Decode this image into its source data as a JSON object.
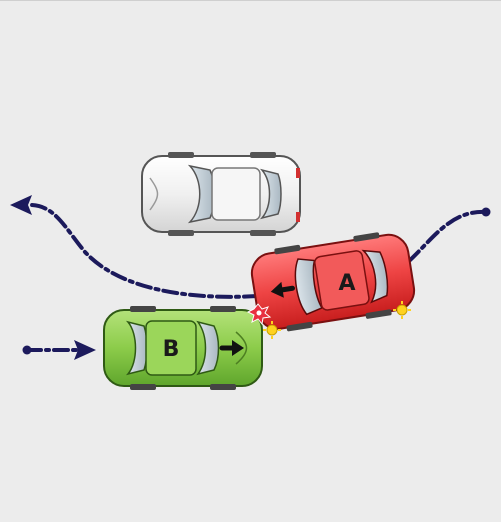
{
  "diagram": {
    "background_color": "#ececec",
    "path_color": "#1c1a5c",
    "cars": [
      {
        "id": "parked",
        "label": "",
        "color": "#f2f2f2",
        "role": "parked car"
      },
      {
        "id": "A",
        "label": "A",
        "color": "#ee4444",
        "direction": "left"
      },
      {
        "id": "B",
        "label": "B",
        "color": "#8ccc4a",
        "direction": "right"
      }
    ],
    "impact_color": "#e83040",
    "headlight_color": "#ffd21f"
  }
}
